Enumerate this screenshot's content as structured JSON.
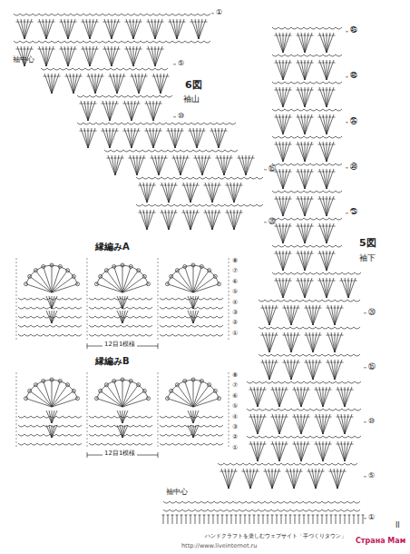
{
  "diagram": {
    "labels": [
      "袖中心",
      "6図",
      "袖山",
      "①",
      "⑤",
      "⑩",
      "⑮",
      "⑳",
      "5図",
      "袖下",
      "①",
      "⑤",
      "⑩",
      "⑮",
      "⑳",
      "㉕",
      "㉚",
      "㉟",
      "㊵",
      "㊺",
      "袖中心",
      "縁編みA",
      "⑧",
      "⑦",
      "⑥",
      "⑤",
      "④",
      "③",
      "②",
      "①",
      "12目1模様",
      "縁編みB",
      "⑧",
      "⑦",
      "⑥",
      "⑤",
      "④",
      "③",
      "②",
      "①",
      "12目1模様",
      "ハンドクラフトを楽しむウェブサイト「手づくりタウン」",
      "http://www.liveinternet.ru",
      "Страна Мам",
      "II"
    ]
  }
}
